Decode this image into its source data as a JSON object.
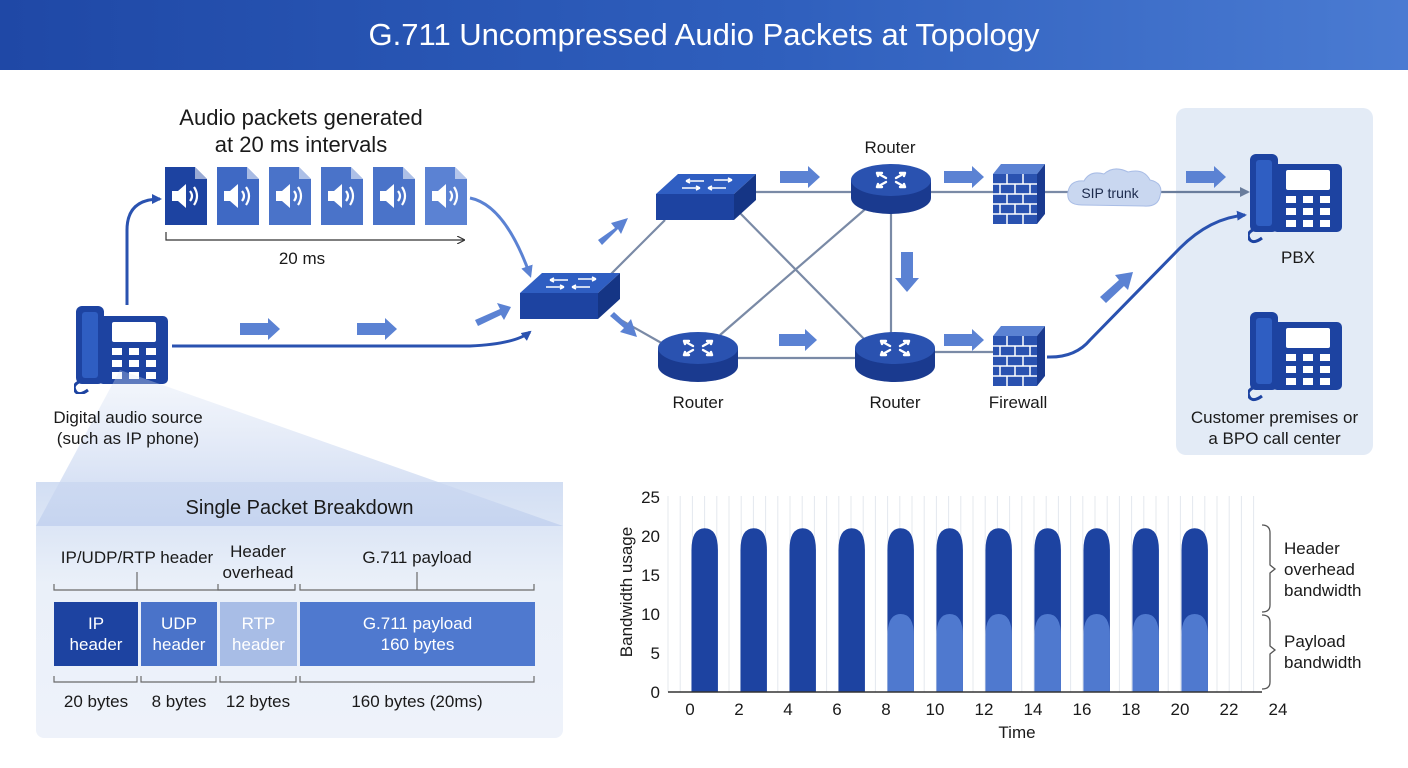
{
  "title": "G.711 Uncompressed Audio Packets at Topology",
  "packets": {
    "heading_line1": "Audio packets generated",
    "heading_line2": "at 20 ms intervals",
    "interval_label": "20 ms",
    "count": 6
  },
  "source": {
    "line1": "Digital audio source",
    "line2": "(such as IP phone)"
  },
  "network": {
    "router_top": "Router",
    "router_bottom_left": "Router",
    "router_bottom_right": "Router",
    "firewall": "Firewall",
    "sip_trunk": "SIP trunk"
  },
  "destination": {
    "pbx": "PBX",
    "customer_line1": "Customer premises or",
    "customer_line2": "a BPO call center"
  },
  "breakdown": {
    "title": "Single Packet Breakdown",
    "top_labels": {
      "headers": "IP/UDP/RTP header",
      "overhead_line1": "Header",
      "overhead_line2": "overhead",
      "payload": "G.711 payload"
    },
    "segments": [
      {
        "label": "IP\nheader",
        "size": "20 bytes",
        "color": "#1d43a1"
      },
      {
        "label": "UDP\nheader",
        "size": "8 bytes",
        "color": "#4a73c9"
      },
      {
        "label": "RTP\nheader",
        "size": "12 bytes",
        "color": "#a8bde6"
      },
      {
        "label": "G.711 payload\n160 bytes",
        "size": "160 bytes (20ms)",
        "color": "#4f79cf"
      }
    ]
  },
  "chart_data": {
    "type": "area",
    "title": "",
    "xlabel": "Time",
    "ylabel": "Bandwidth usage",
    "ylim": [
      0,
      25
    ],
    "yticks": [
      0,
      5,
      10,
      15,
      20,
      25
    ],
    "xtick_labels": [
      "0",
      "2",
      "4",
      "6",
      "8",
      "10",
      "12",
      "14",
      "16",
      "18",
      "20",
      "22",
      "24"
    ],
    "grid": "vertical",
    "legend": "right",
    "pulse_centers": [
      0.6,
      2.6,
      4.6,
      6.6,
      8.6,
      10.6,
      12.6,
      14.6,
      16.6,
      18.6,
      20.6
    ],
    "series": [
      {
        "name": "Header overhead bandwidth",
        "peak": 21,
        "color": "#1d43a1"
      },
      {
        "name": "Payload bandwidth",
        "peak": 10,
        "start_pulse": 4,
        "color": "#4f79cf"
      }
    ],
    "annotations": {
      "header_line1": "Header",
      "header_line2": "overhead",
      "header_line3": "bandwidth",
      "payload_line1": "Payload",
      "payload_line2": "bandwidth"
    }
  }
}
